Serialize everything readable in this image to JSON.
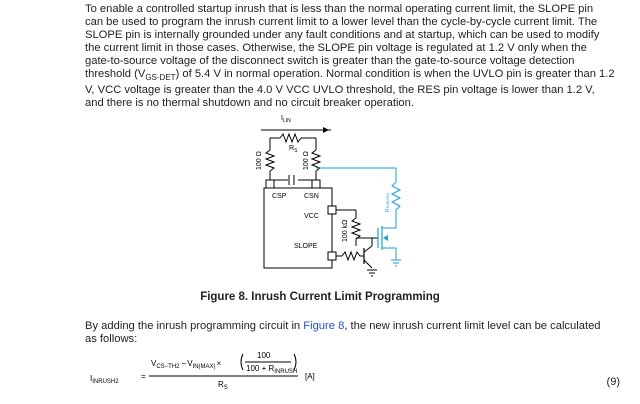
{
  "paragraph1": {
    "lines": [
      "To enable a controlled startup inrush that is less than the normal operating current limit, the SLOPE pin",
      "can be used to program the inrush current limit to a lower level than the cycle-by-cycle current limit. The",
      "SLOPE pin is internally grounded under any fault conditions and at startup, which can be used to modify",
      "the current limit in those cases. Otherwise, the SLOPE pin voltage is regulated at 1.2 V only when the",
      "gate-to-source voltage of the disconnect switch is greater than the gate-to-source voltage detection"
    ],
    "line6_pre": "threshold (V",
    "line6_sub": "GS-DET",
    "line6_post": ") of 5.4 V in normal operation. Normal condition is when the UVLO pin is greater than 1.2",
    "line7": "V, VCC voltage is greater than the 4.0 V VCC UVLO threshold, the RES pin voltage is lower than 1.2 V,",
    "line8": "and there is no thermal shutdown and no circuit breaker operation."
  },
  "figure": {
    "label_ilin": "I",
    "label_ilin_sub": "LIN",
    "label_rs": "R",
    "label_rs_sub": "S",
    "label_res_left": "100 Ω",
    "label_res_right": "100 Ω",
    "label_csp": "CSP",
    "label_csn": "CSN",
    "label_vcc": "VCC",
    "label_slope": "SLOPE",
    "label_res_vert": "100 kΩ",
    "label_rinrush": "R",
    "label_rinrush_sub": "INRUSH",
    "caption": "Figure 8. Inrush Current Limit Programming"
  },
  "paragraph2": {
    "pre": "By adding the inrush programming circuit in ",
    "link": "Figure 8",
    "post": ", the new inrush current limit level can be calculated",
    "line2": "as follows:"
  },
  "equation": {
    "lhs": "I",
    "lhs_sub": "INRUSH2",
    "equals": "=",
    "v1": "V",
    "v1_sub": "CS−TH2",
    "minus": "−",
    "v2": "V",
    "v2_sub": "IN(MAX)",
    "times": "×",
    "frac_num": "100",
    "frac_den_pre": "100 + R",
    "frac_den_sub": "INRUSH",
    "den": "R",
    "den_sub": "S",
    "unit": "[A]",
    "number": "(9)"
  }
}
